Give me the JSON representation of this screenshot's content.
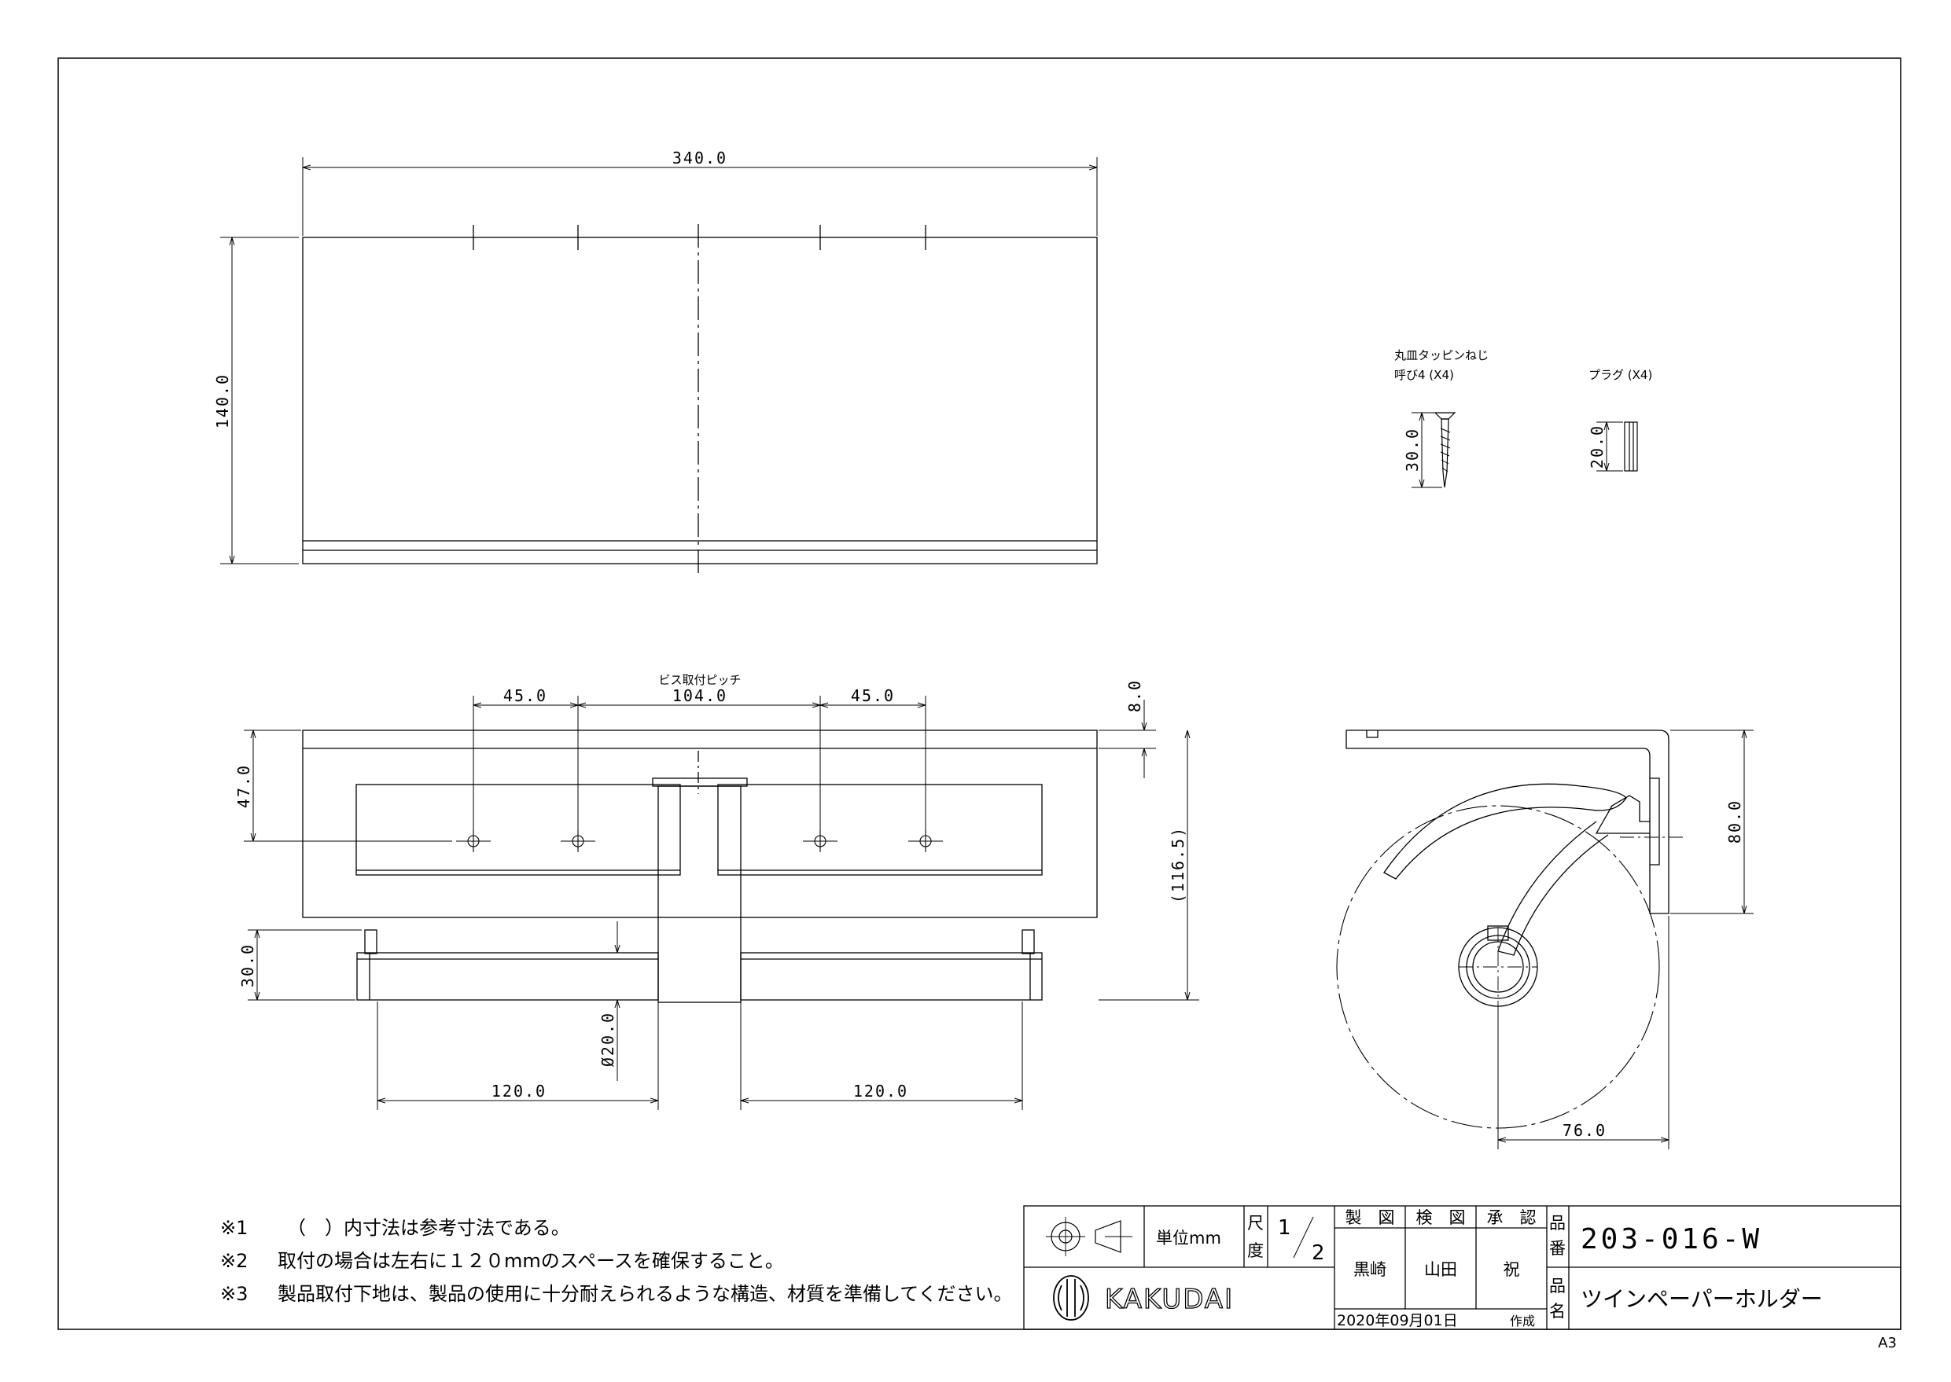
{
  "dimensions": {
    "top_width": "340.0",
    "top_height": "140.0",
    "pitch_label": "ビス取付ピッチ",
    "pitch_left": "45.0",
    "pitch_center": "104.0",
    "pitch_right": "45.0",
    "thickness": "8.0",
    "front_47": "47.0",
    "front_total": "(116.5)",
    "front_30": "30.0",
    "diameter": "Ø20.0",
    "space_left": "120.0",
    "space_right": "120.0",
    "side_height": "80.0",
    "side_width": "76.0"
  },
  "accessories": {
    "screw_name": "丸皿タッピンねじ",
    "screw_spec": "呼び4 (X4)",
    "screw_length": "30.0",
    "plug_name": "プラグ (X4)",
    "plug_length": "20.0"
  },
  "notes": [
    {
      "mark": "※1",
      "text": "（　）内寸法は参考寸法である。"
    },
    {
      "mark": "※2",
      "text": "取付の場合は左右に１２０mmのスペースを確保すること。"
    },
    {
      "mark": "※3",
      "text": "製品取付下地は、製品の使用に十分耐えられるような構造、材質を準備してください。"
    }
  ],
  "title_block": {
    "unit_label": "単位mm",
    "scale_label_1": "尺",
    "scale_label_2": "度",
    "scale_num": "1",
    "scale_den": "2",
    "made_label": "製　図",
    "check_label": "検　図",
    "approve_label": "承　認",
    "made_by": "黒崎",
    "check_by": "山田",
    "approve_by": "祝",
    "part_no_label_1": "品",
    "part_no_label_2": "番",
    "part_no": "203-016-W",
    "part_name_label_1": "品",
    "part_name_label_2": "名",
    "part_name": "ツインペーパーホルダー",
    "date": "2020年09月01日",
    "date_suffix": "作成",
    "brand": "KAKUDAI"
  },
  "sheet_size": "A3"
}
